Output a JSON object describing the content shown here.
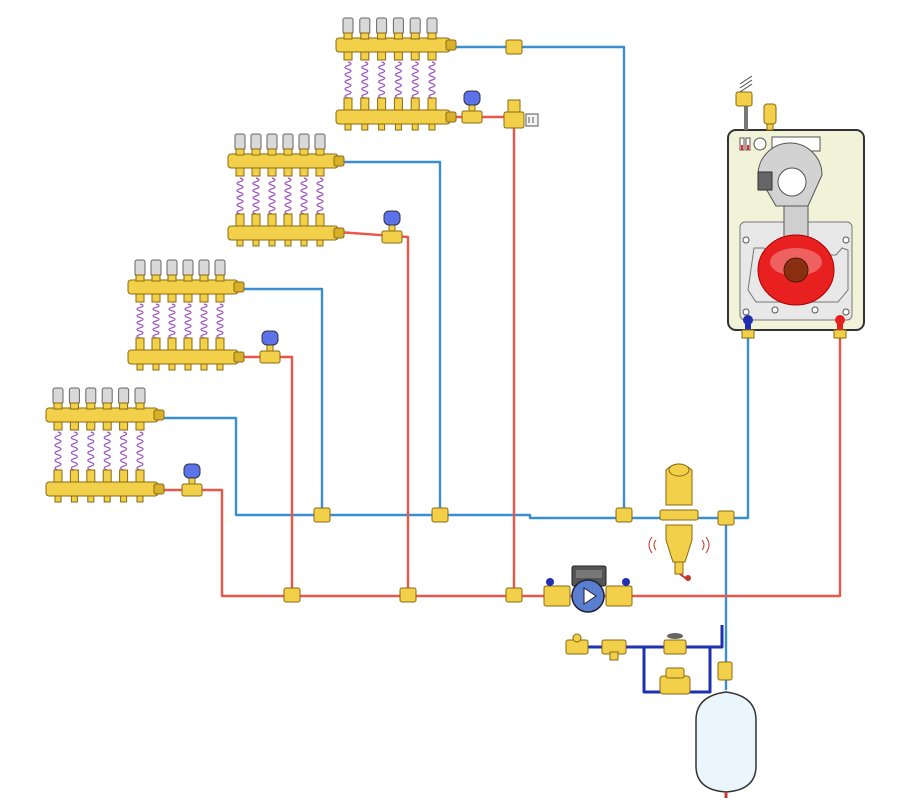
{
  "diagram": {
    "colors": {
      "background": "#ffffff",
      "supply_pipe": "#e8574a",
      "return_pipe": "#3b8fcf",
      "fill_pipe": "#1e2fb0",
      "brass": "#f2d04a",
      "brass_dark": "#b8931c",
      "brass_light": "#fbe98e",
      "actuator": "#5b72e8",
      "thermo_head": "#d8d8d8",
      "loop_coil": "#9a4fbf",
      "boiler_body": "#f0f3d8",
      "boiler_panel": "#e8e8e8",
      "flame": "#e82020",
      "expansion_vessel": "#eaf6fb",
      "outline": "#333333"
    },
    "manifolds": [
      {
        "name": "manifold-upper",
        "loops": 6
      },
      {
        "name": "manifold-upper-middle",
        "loops": 6
      },
      {
        "name": "manifold-lower-middle",
        "loops": 6
      },
      {
        "name": "manifold-lower",
        "loops": 6
      }
    ],
    "components": {
      "boiler": "boiler",
      "mixing_valve": "three-way-mixing-valve",
      "circulator": "circulator-pump",
      "separator": "dirt-and-air-separator",
      "expansion_vessel": "expansion-vessel",
      "filling_group": "filling-group",
      "safety_valve": "safety-valve",
      "air_vent": "automatic-air-vent"
    }
  }
}
